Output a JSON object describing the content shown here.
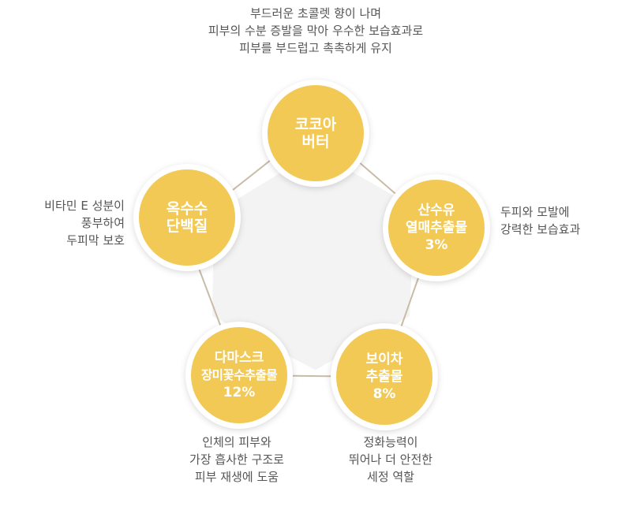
{
  "colors": {
    "node_fill": "#f2c955",
    "text_white": "#ffffff",
    "desc_text": "#555555",
    "edge_line": "#c9bca6",
    "pentagon_fill": "#f3f3f3"
  },
  "nodes": {
    "cocoa": {
      "line1": "코코아",
      "line2": "버터"
    },
    "goat": {
      "line1": "산수유",
      "line2": "열매추출물",
      "line3": "3%"
    },
    "boicha": {
      "line1": "보이차",
      "line2": "추출물",
      "line3": "8%"
    },
    "rose": {
      "line1": "다마스크",
      "line2": "장미꽃수추출물",
      "line3": "12%"
    },
    "corn": {
      "line1": "옥수수",
      "line2": "단백질"
    }
  },
  "descriptions": {
    "top": [
      "부드러운 초콜렛 향이 나며",
      "피부의 수분 증발을 막아 우수한 보습효과로",
      "피부를 부드럽고 촉촉하게 유지"
    ],
    "right": [
      "두피와 모발에",
      "강력한 보습효과"
    ],
    "left": [
      "비타민 E 성분이",
      "풍부하여",
      "두피막 보호"
    ],
    "bottom_left": [
      "인체의 피부와",
      "가장 흡사한 구조로",
      "피부 재생에 도움"
    ],
    "bottom_right": [
      "정화능력이",
      "뛰어나 더 안전한",
      "세정 역할"
    ]
  }
}
